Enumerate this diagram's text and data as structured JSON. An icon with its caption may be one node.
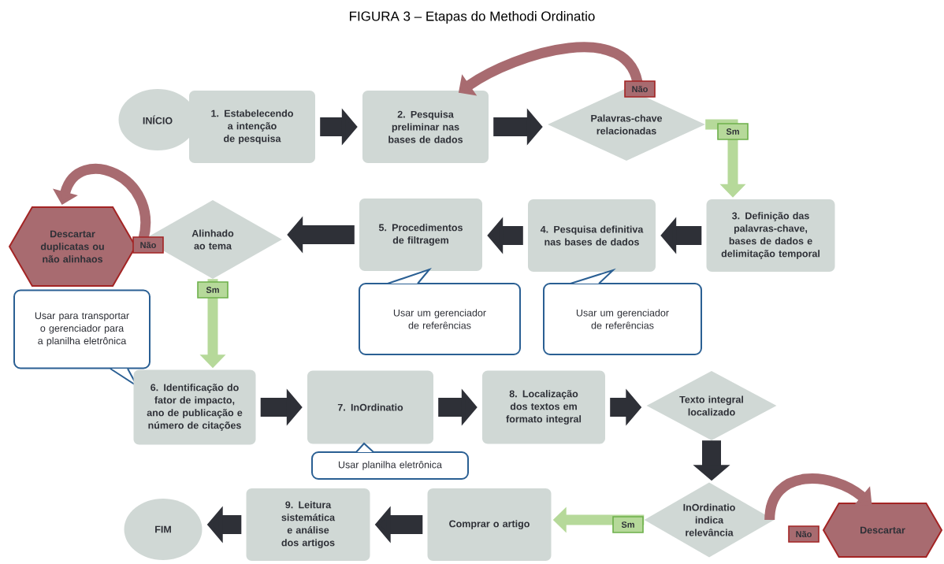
{
  "diagram": {
    "title": "FIGURA 3 – Etapas do Methodi Ordinatio",
    "nodes": [
      {
        "text": [
          "INÍCIO"
        ]
      },
      {
        "text": [
          "1. Estabelecendo a intenção de pesquisa"
        ]
      },
      {
        "text": [
          "2. Pesquisa preliminar nas bases de dados"
        ]
      },
      {
        "text": [
          "Palavras-chave relacionadas"
        ]
      },
      {
        "text": [
          "3. Definição das palavras-chave, bases de dados e delimitação temporal"
        ]
      },
      {
        "text": [
          "4. Pesquisa definitiva nas bases de dados"
        ]
      },
      {
        "text": [
          "5. Procedimentos de filtragem"
        ]
      },
      {
        "text": [
          "Alinhado ao tema"
        ]
      },
      {
        "text": [
          "Descartar duplicatas ou não alinhaos"
        ]
      },
      {
        "text": [
          "Usar para transportar o gerenciador para a planilha eletrônica"
        ]
      },
      {
        "text": [
          "Usar um gerenciador de referências"
        ]
      },
      {
        "text": [
          "Usar um gerenciador de referências"
        ]
      },
      {
        "text": [
          "6. Identificação do fator de impacto, ano de publicação e número de citações"
        ]
      },
      {
        "text": [
          "7. InOrdinatio"
        ]
      },
      {
        "text": [
          "Usar planilha eletrônica"
        ]
      },
      {
        "text": [
          "8. Localização dos textos em formato integral"
        ]
      },
      {
        "text": [
          "Texto integral localizado"
        ]
      },
      {
        "text": [
          "InOrdinatio indica relevância"
        ]
      },
      {
        "text": [
          "Descartar"
        ]
      },
      {
        "text": [
          "Comprar o artigo"
        ]
      },
      {
        "text": [
          "9. Leitura sistemática e análise dos artigos"
        ]
      },
      {
        "text": [
          "FIM"
        ]
      }
    ],
    "edges": [
      {
        "from": 1,
        "to": 2,
        "arrow": "to"
      },
      {
        "from": 2,
        "to": 3,
        "arrow": "to"
      },
      {
        "from": 3,
        "to": 2,
        "arrow": "to",
        "label": "Não",
        "color": "#a86b70"
      },
      {
        "from": 3,
        "to": 4,
        "arrow": "to",
        "label": "Sm",
        "color": "#b6d99a"
      },
      {
        "from": 4,
        "to": 5,
        "arrow": "to"
      },
      {
        "from": 5,
        "to": 6,
        "arrow": "to"
      },
      {
        "from": 6,
        "to": 7,
        "arrow": "to"
      },
      {
        "from": 7,
        "to": 8,
        "arrow": "to",
        "label": "Não",
        "color": "#a86b70"
      },
      {
        "from": 7,
        "to": 12,
        "arrow": "to",
        "label": "Sm",
        "color": "#b6d99a"
      },
      {
        "from": 12,
        "to": 13,
        "arrow": "to"
      },
      {
        "from": 13,
        "to": 15,
        "arrow": "to"
      },
      {
        "from": 15,
        "to": 16,
        "arrow": "to"
      },
      {
        "from": 16,
        "to": 17,
        "arrow": "to"
      },
      {
        "from": 17,
        "to": 18,
        "arrow": "to",
        "label": "Não",
        "color": "#a86b70"
      },
      {
        "from": 17,
        "to": 19,
        "arrow": "to",
        "label": "Sm",
        "color": "#b6d99a"
      },
      {
        "from": 19,
        "to": 20,
        "arrow": "to"
      },
      {
        "from": 20,
        "to": 21,
        "arrow": "to"
      }
    ]
  }
}
